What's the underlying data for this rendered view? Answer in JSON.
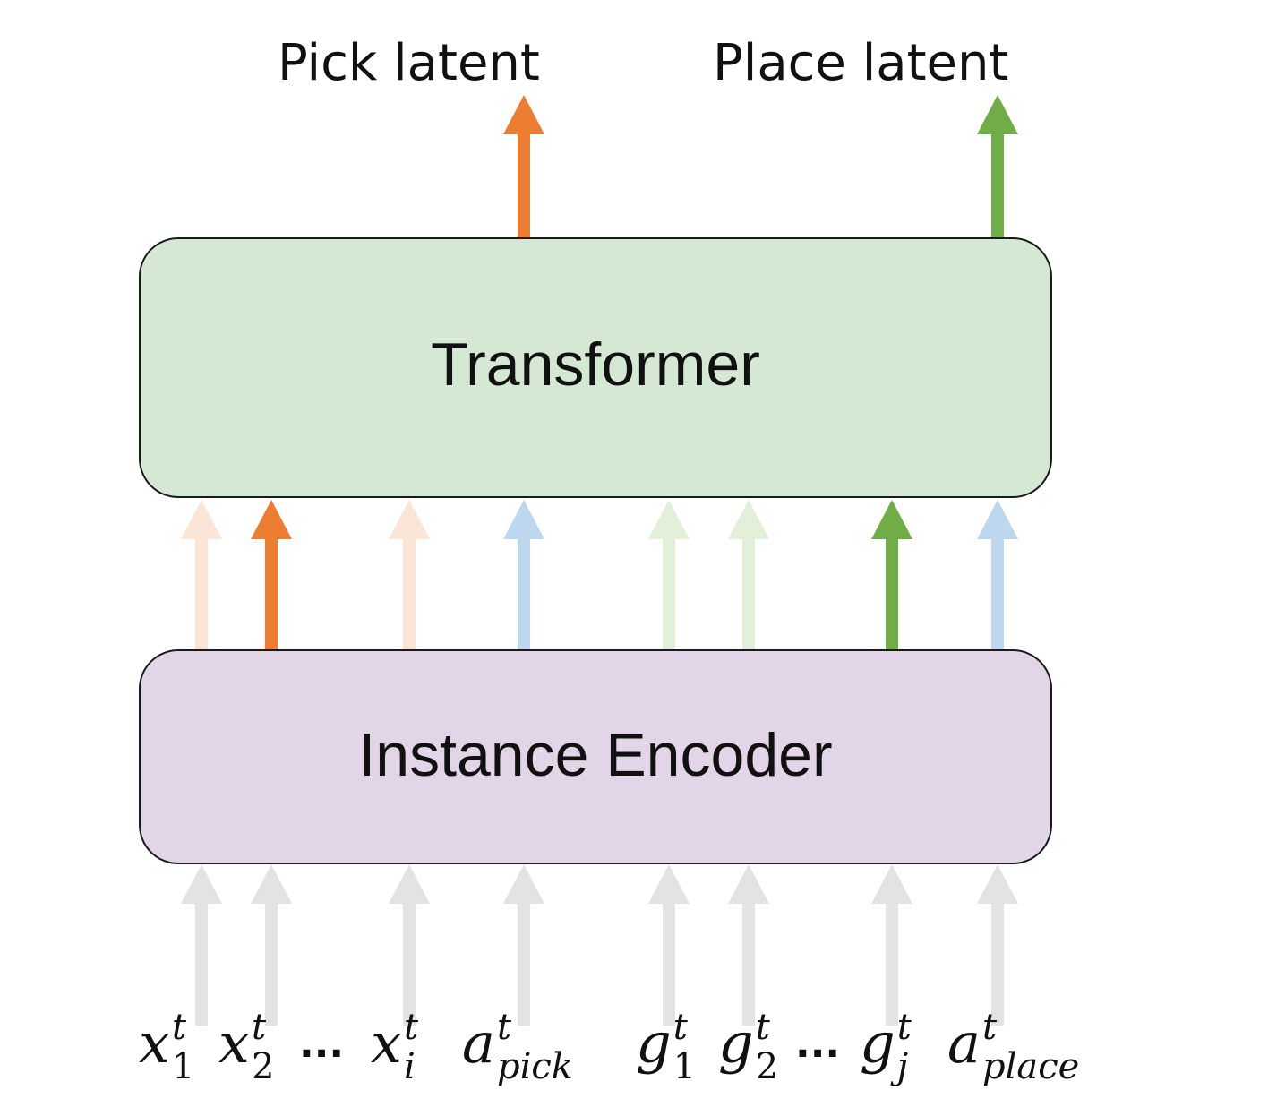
{
  "outputs": {
    "pick_label": "Pick latent",
    "place_label": "Place latent"
  },
  "blocks": {
    "transformer": "Transformer",
    "encoder": "Instance Encoder"
  },
  "tokens": [
    {
      "base": "x",
      "sup": "t",
      "sub": "1"
    },
    {
      "base": "x",
      "sup": "t",
      "sub": "2"
    },
    {
      "base": "x",
      "sup": "t",
      "sub": "i"
    },
    {
      "base": "a",
      "sup": "t",
      "sub": "pick"
    },
    {
      "base": "g",
      "sup": "t",
      "sub": "1"
    },
    {
      "base": "g",
      "sup": "t",
      "sub": "2"
    },
    {
      "base": "g",
      "sup": "t",
      "sub": "j"
    },
    {
      "base": "a",
      "sup": "t",
      "sub": "place"
    }
  ],
  "ellipsis": "...",
  "colors": {
    "pick": "#ed7d31",
    "place": "#70ad47",
    "pick_faded": "#fbe5d6",
    "place_faded": "#e2f0d9",
    "action": "#bdd7ee",
    "input": "#e3e3e3",
    "transformer_fill": "#d5e8d4",
    "encoder_fill": "#e1d5e7"
  },
  "encoder_to_transformer_arrows": [
    "pick_faded",
    "pick",
    "pick_faded",
    "action",
    "place_faded",
    "place_faded",
    "place",
    "action"
  ]
}
